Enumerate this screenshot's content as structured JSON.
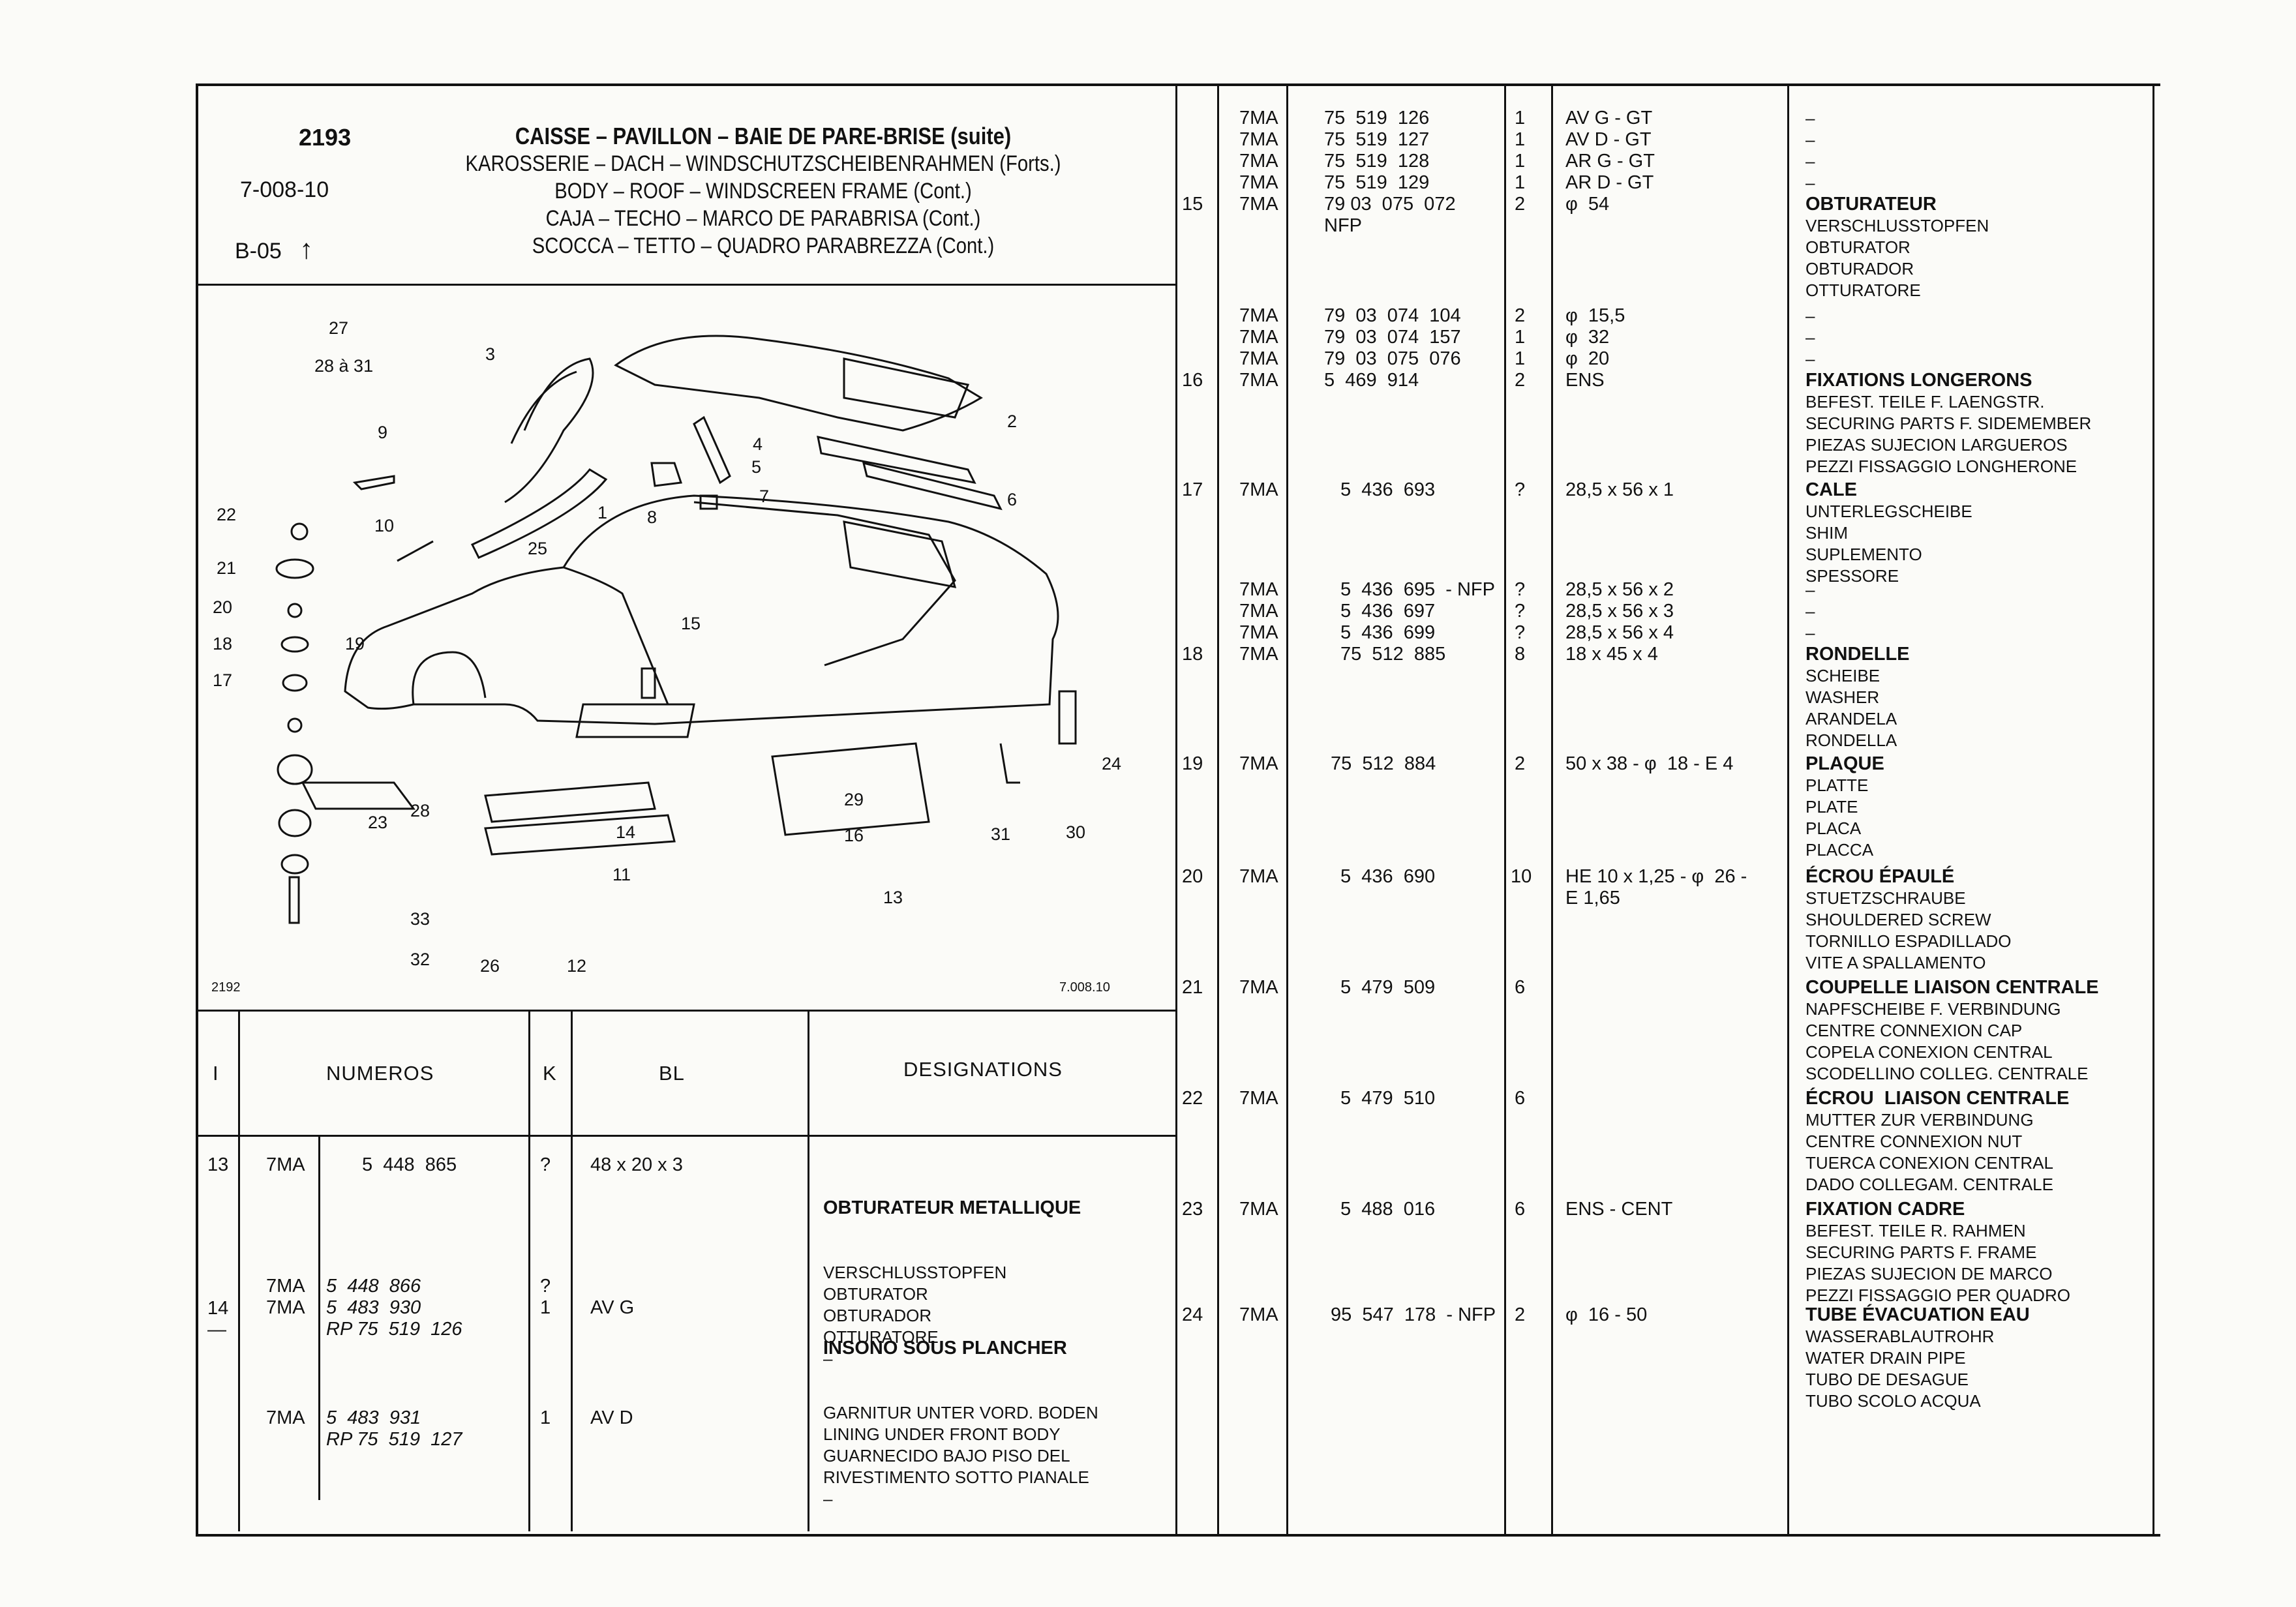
{
  "header": {
    "plate": "2193",
    "code": "7-008-10",
    "ref": "B-05",
    "arrow": "↑",
    "titles": [
      "CAISSE – PAVILLON – BAIE DE PARE-BRISE (suite)",
      "KAROSSERIE – DACH – WINDSCHUTZSCHEIBENRAHMEN (Forts.)",
      "BODY – ROOF – WINDSCREEN FRAME (Cont.)",
      "CAJA – TECHO – MARCO DE PARABRISA (Cont.)",
      "SCOCCA – TETTO – QUADRO PARABREZZA (Cont.)"
    ]
  },
  "diagram": {
    "plate_label": "2192",
    "ref_label": "7.008.10",
    "callouts": [
      "27",
      "28 à 31",
      "3",
      "9",
      "2",
      "4",
      "5",
      "7",
      "6",
      "8",
      "22",
      "10",
      "25",
      "1",
      "21",
      "20",
      "15",
      "18",
      "19",
      "17",
      "24",
      "29",
      "30",
      "28",
      "23",
      "14",
      "16",
      "31",
      "11",
      "13",
      "33",
      "32",
      "26",
      "12"
    ]
  },
  "columns": {
    "index": "I",
    "numeros": "NUMEROS",
    "k": "K",
    "bl": "BL",
    "designations": "DESIGNATIONS"
  },
  "left_rows": [
    {
      "idx": "13",
      "code": "7MA",
      "num": "5  448  865",
      "k": "?",
      "bl": "48 x 20 x 3",
      "desc_bold": "OBTURATEUR METALLIQUE",
      "desc": "VERSCHLUSSTOPFEN\nOBTURATOR\nOBTURADOR\nOTTURATORE\n–"
    },
    {
      "idx": "14\n—",
      "code": "7MA\n7MA",
      "num": "5  448  866\n5  483  930\nRP 75  519  126",
      "k": "?\n1",
      "bl": "\nAV G",
      "desc_bold": "INSONO SOUS PLANCHER",
      "desc": "GARNITUR UNTER VORD. BODEN\nLINING UNDER FRONT BODY\nGUARNECIDO BAJO PISO DEL\nRIVESTIMENTO SOTTO PIANALE\n–"
    },
    {
      "idx": "",
      "code": "7MA",
      "num": "5  483  931\nRP 75  519  127",
      "k": "1",
      "bl": "AV D",
      "desc_bold": "",
      "desc": ""
    }
  ],
  "right_rows": [
    {
      "idx": "\n\n\n\n15",
      "code": "7MA\n7MA\n7MA\n7MA\n7MA",
      "num": "75  519  126\n75  519  127\n75  519  128\n75  519  129\n79 03  075  072\nNFP",
      "k": "1\n1\n1\n1\n2",
      "bl": "AV G - GT\nAV D - GT\nAR G - GT\nAR D - GT\nφ  54",
      "desc": "–\n–\n–\n–\nOBTURATEUR\nVERSCHLUSSTOPFEN\nOBTURATOR\nOBTURADOR\nOTTURATORE"
    },
    {
      "idx": "\n\n\n16",
      "code": "7MA\n7MA\n7MA\n7MA",
      "num": "79  03  074  104\n79  03  074  157\n79  03  075  076\n5  469  914",
      "k": "2\n1\n1\n2",
      "bl": "φ  15,5\nφ  32\nφ  20\nENS",
      "desc": "–\n–\n–\nFIXATIONS LONGERONS\nBEFEST. TEILE F. LAENGSTR.\nSECURING PARTS F. SIDEMEMBER\nPIEZAS SUJECION LARGUEROS\nPEZZI FISSAGGIO LONGHERONE"
    },
    {
      "idx": "17",
      "code": "7MA",
      "num": "5  436  693",
      "k": "?",
      "bl": "28,5 x 56 x 1",
      "desc": "CALE\nUNTERLEGSCHEIBE\nSHIM\nSUPLEMENTO\nSPESSORE"
    },
    {
      "idx": "\n\n\n18",
      "code": "7MA\n7MA\n7MA\n7MA",
      "num": "5  436  695  - NFP\n5  436  697\n5  436  699\n75  512  885",
      "k": "?\n?\n?\n8",
      "bl": "28,5 x 56 x 2\n28,5 x 56 x 3\n28,5 x 56 x 4\n18 x 45 x 4",
      "desc": "–\n–\n–\nRONDELLE\nSCHEIBE\nWASHER\nARANDELA\nRONDELLA"
    },
    {
      "idx": "19",
      "code": "7MA",
      "num": "75  512  884",
      "k": "2",
      "bl": "50 x 38 - φ  18 - E 4",
      "desc": "PLAQUE\nPLATTE\nPLATE\nPLACA\nPLACCA"
    },
    {
      "idx": "20",
      "code": "7MA",
      "num": "5  436  690",
      "k": "10",
      "bl": "HE 10 x 1,25 - φ  26 -\nE 1,65",
      "desc": "ÉCROU ÉPAULÉ\nSTUETZSCHRAUBE\nSHOULDERED SCREW\nTORNILLO ESPADILLADO\nVITE A SPALLAMENTO"
    },
    {
      "idx": "21",
      "code": "7MA",
      "num": "5  479  509",
      "k": "6",
      "bl": "",
      "desc": "COUPELLE LIAISON CENTRALE\nNAPFSCHEIBE F. VERBINDUNG\nCENTRE CONNEXION CAP\nCOPELA CONEXION CENTRAL\nSCODELLINO COLLEG. CENTRALE"
    },
    {
      "idx": "22",
      "code": "7MA",
      "num": "5  479  510",
      "k": "6",
      "bl": "",
      "desc": "ÉCROU  LIAISON CENTRALE\nMUTTER ZUR VERBINDUNG\nCENTRE CONNEXION NUT\nTUERCA CONEXION CENTRAL\nDADO COLLEGAM. CENTRALE"
    },
    {
      "idx": "23",
      "code": "7MA",
      "num": "5  488  016",
      "k": "6",
      "bl": "ENS - CENT",
      "desc": "FIXATION CADRE\nBEFEST. TEILE R. RAHMEN\nSECURING PARTS F. FRAME\nPIEZAS SUJECION DE MARCO\nPEZZI FISSAGGIO PER QUADRO"
    },
    {
      "idx": "24",
      "code": "7MA",
      "num": "95  547  178  - NFP",
      "k": "2",
      "bl": "φ  16 - 50",
      "desc": "TUBE ÉVACUATION EAU\nWASSERABLAUTROHR\nWATER DRAIN PIPE\nTUBO DE DESAGUE\nTUBO SCOLO ACQUA"
    }
  ]
}
